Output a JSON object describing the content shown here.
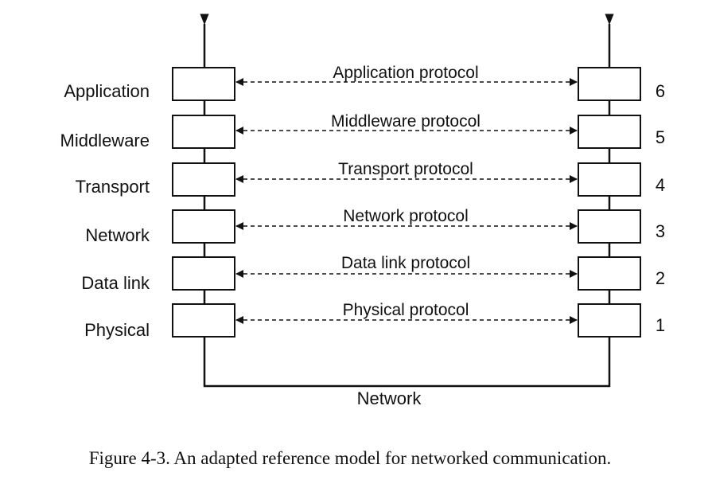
{
  "layers": [
    {
      "name": "Application",
      "protocol": "Application protocol",
      "number": "6"
    },
    {
      "name": "Middleware",
      "protocol": "Middleware protocol",
      "number": "5"
    },
    {
      "name": "Transport",
      "protocol": "Transport protocol",
      "number": "4"
    },
    {
      "name": "Network",
      "protocol": "Network protocol",
      "number": "3"
    },
    {
      "name": "Data link",
      "protocol": "Data link protocol",
      "number": "2"
    },
    {
      "name": "Physical",
      "protocol": "Physical protocol",
      "number": "1"
    }
  ],
  "network_label": "Network",
  "caption": "Figure 4-3. An adapted reference model for networked communication."
}
